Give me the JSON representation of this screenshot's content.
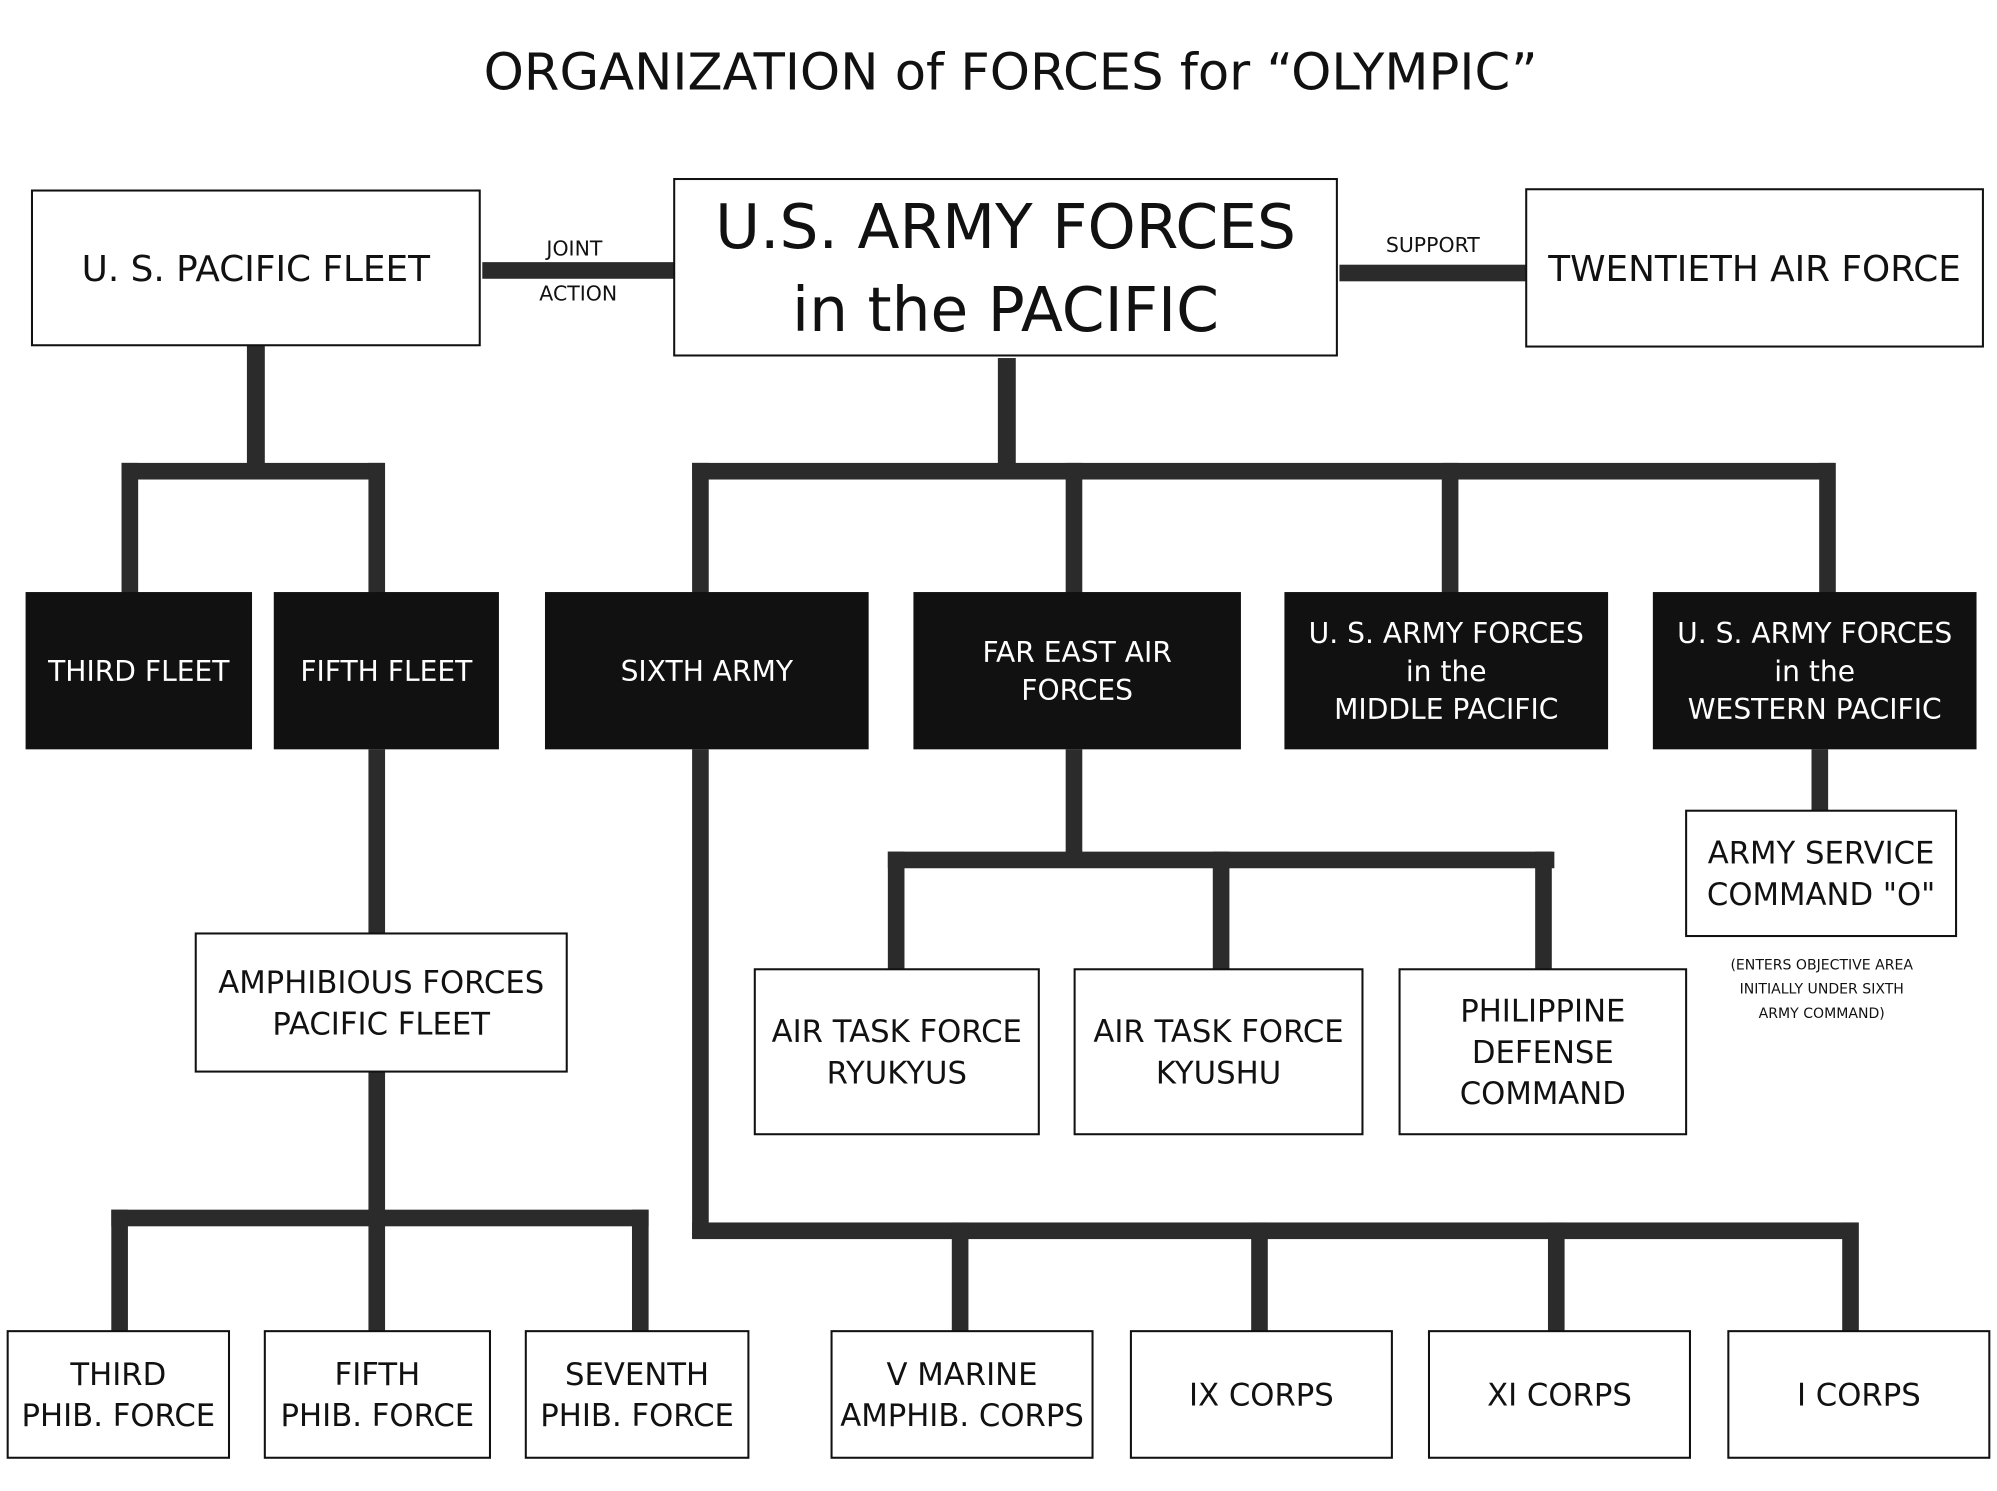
{
  "title": "ORGANIZATION of FORCES for “OLYMPIC”",
  "connectors": {
    "joint_action": [
      "JOINT",
      "ACTION"
    ],
    "support": "SUPPORT"
  },
  "nodes": {
    "pacific_fleet": [
      "U. S. PACIFIC FLEET"
    ],
    "afpac": [
      "U.S. ARMY FORCES",
      "in the PACIFIC"
    ],
    "twentieth_af": [
      "TWENTIETH AIR FORCE"
    ],
    "third_fleet": [
      "THIRD  FLEET"
    ],
    "fifth_fleet": [
      "FIFTH  FLEET"
    ],
    "sixth_army": [
      "SIXTH  ARMY"
    ],
    "feaf": [
      "FAR EAST AIR",
      "FORCES"
    ],
    "afmidpac": [
      "U. S.  ARMY FORCES",
      "in  the",
      "MIDDLE  PACIFIC"
    ],
    "afwesbac": [
      "U. S.  ARMY FORCES",
      "in  the",
      "WESTERN  PACIFIC"
    ],
    "asco": [
      "ARMY SERVICE",
      "COMMAND \"O\""
    ],
    "asco_note": [
      "(ENTERS OBJECTIVE AREA",
      "INITIALLY UNDER SIXTH",
      "ARMY COMMAND)"
    ],
    "amphib": [
      "AMPHIBIOUS FORCES",
      "PACIFIC FLEET"
    ],
    "atf_ryukyus": [
      "AIR TASK FORCE",
      "RYUKYUS"
    ],
    "atf_kyushu": [
      "AIR TASK FORCE",
      "KYUSHU"
    ],
    "pdc": [
      "PHILIPPINE",
      "DEFENSE",
      "COMMAND"
    ],
    "third_phib": [
      "THIRD",
      "PHIB. FORCE"
    ],
    "fifth_phib": [
      "FIFTH",
      "PHIB. FORCE"
    ],
    "seventh_phib": [
      "SEVENTH",
      "PHIB. FORCE"
    ],
    "v_marine": [
      "V  MARINE",
      "AMPHIB. CORPS"
    ],
    "ix_corps": [
      "IX  CORPS"
    ],
    "xi_corps": [
      "XI  CORPS"
    ],
    "i_corps": [
      "I  CORPS"
    ]
  }
}
